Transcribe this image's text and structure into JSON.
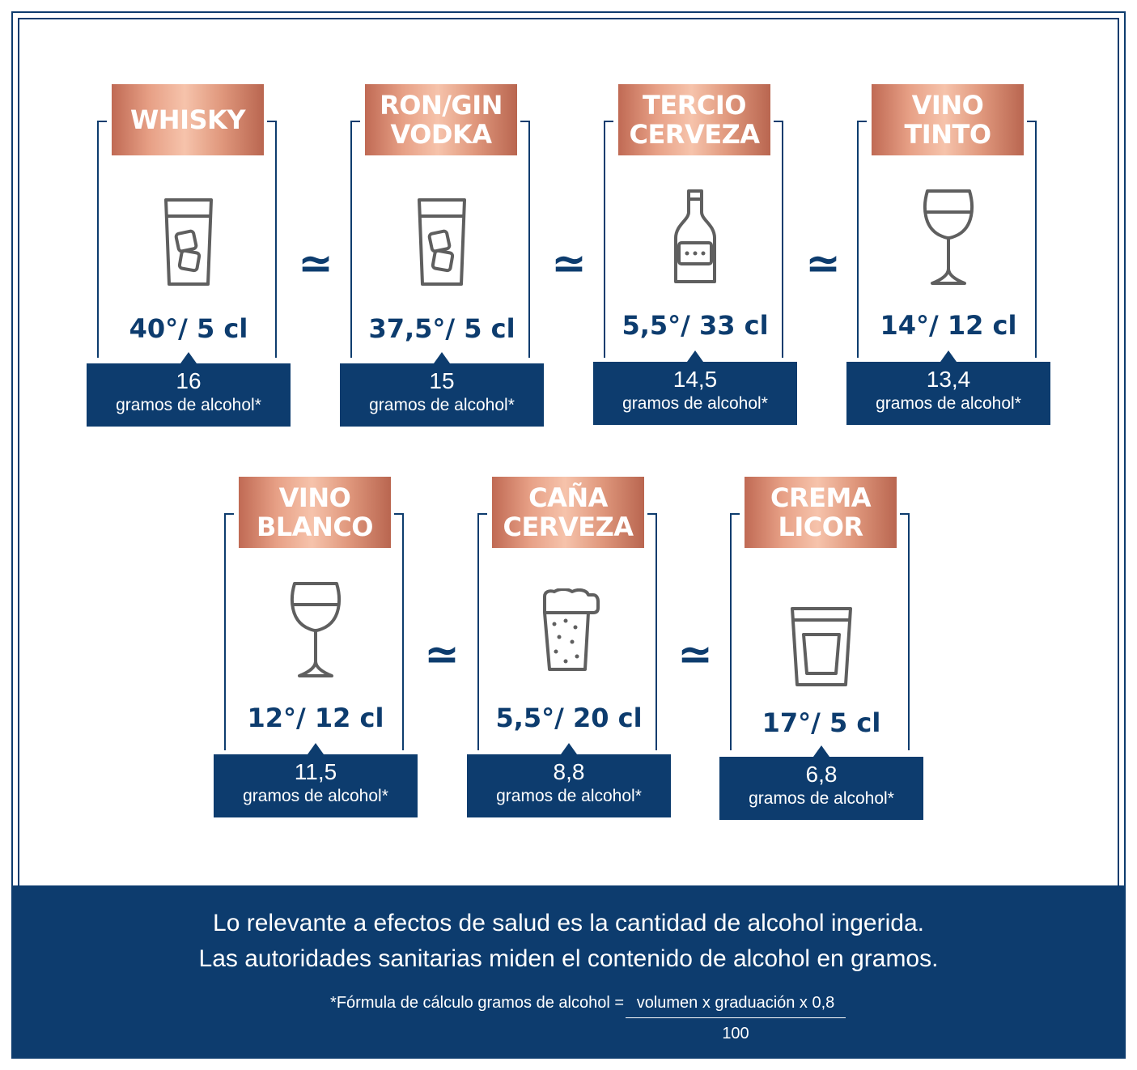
{
  "drinks": [
    {
      "name": "WHISKY",
      "spec": "40°/ 5 cl",
      "grams": "16",
      "unit": "gramos de alcohol*",
      "icon": "highball-glass-icon"
    },
    {
      "name": "RON/GIN\nVODKA",
      "spec": "37,5°/ 5 cl",
      "grams": "15",
      "unit": "gramos de alcohol*",
      "icon": "highball-glass-icon"
    },
    {
      "name": "TERCIO\nCERVEZA",
      "spec": "5,5°/ 33 cl",
      "grams": "14,5",
      "unit": "gramos de alcohol*",
      "icon": "beer-bottle-icon"
    },
    {
      "name": "VINO\nTINTO",
      "spec": "14°/ 12 cl",
      "grams": "13,4",
      "unit": "gramos de alcohol*",
      "icon": "wine-glass-icon"
    },
    {
      "name": "VINO\nBLANCO",
      "spec": "12°/ 12 cl",
      "grams": "11,5",
      "unit": "gramos de alcohol*",
      "icon": "wine-glass-icon"
    },
    {
      "name": "CAÑA\nCERVEZA",
      "spec": "5,5°/ 20 cl",
      "grams": "8,8",
      "unit": "gramos de alcohol*",
      "icon": "beer-mug-icon"
    },
    {
      "name": "CREMA\nLICOR",
      "spec": "17°/ 5 cl",
      "grams": "6,8",
      "unit": "gramos de alcohol*",
      "icon": "shot-glass-icon"
    }
  ],
  "approx_symbol": "≃",
  "footer": {
    "line1": "Lo relevante a efectos de salud es la cantidad de alcohol ingerida.",
    "line2": "Las autoridades sanitarias miden el contenido de alcohol en gramos.",
    "formula_lead": "*Fórmula de cálculo gramos de alcohol =",
    "formula_numerator": "volumen x graduación x 0,8",
    "formula_denominator": "100"
  },
  "colors": {
    "navy": "#0d3c6e",
    "copper": "#d98a6e",
    "icon_gray": "#5f5f5f"
  }
}
